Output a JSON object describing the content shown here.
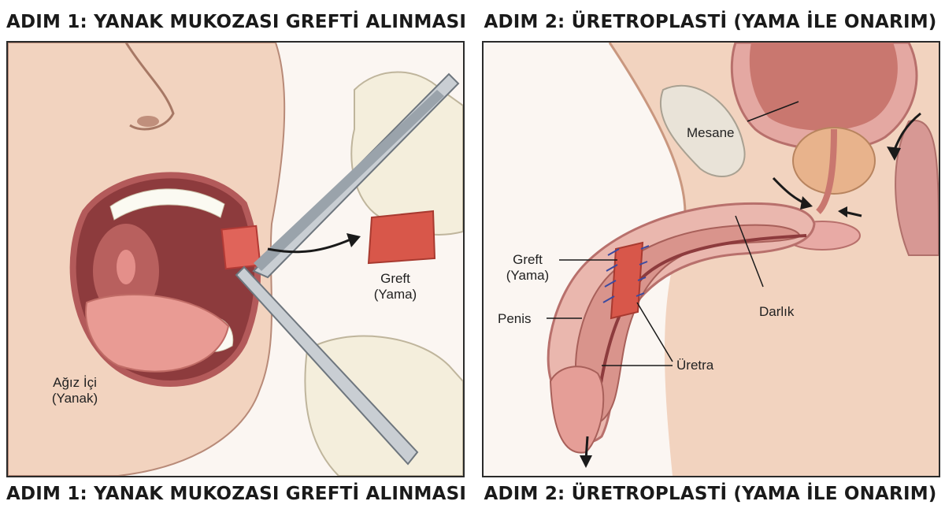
{
  "panel1": {
    "title": "ADIM 1: YANAK MUKOZASI GREFTİ ALINMASI",
    "labels": {
      "graft_line1": "Greft",
      "graft_line2": "(Yama)",
      "mouth_line1": "Ağız İçi",
      "mouth_line2": "(Yanak)"
    }
  },
  "panel2": {
    "title": "ADIM 2: ÜRETROPLASTİ (YAMA İLE ONARIM)",
    "labels": {
      "bladder": "Mesane",
      "graft_line1": "Greft",
      "graft_line2": "(Yama)",
      "penis": "Penis",
      "stricture": "Darlık",
      "urethra": "Üretra"
    }
  },
  "footer": {
    "caption1": "ADIM 1: YANAK MUKOZASI GREFTİ ALINMASI",
    "caption2": "ADIM 2: ÜRETROPLASTİ (YAMA İLE ONARIM)"
  },
  "colors": {
    "skin": "#f2d3bf",
    "tissue": "#e4a8a2",
    "graft": "#d8574a",
    "outline": "#2a2a2a"
  }
}
